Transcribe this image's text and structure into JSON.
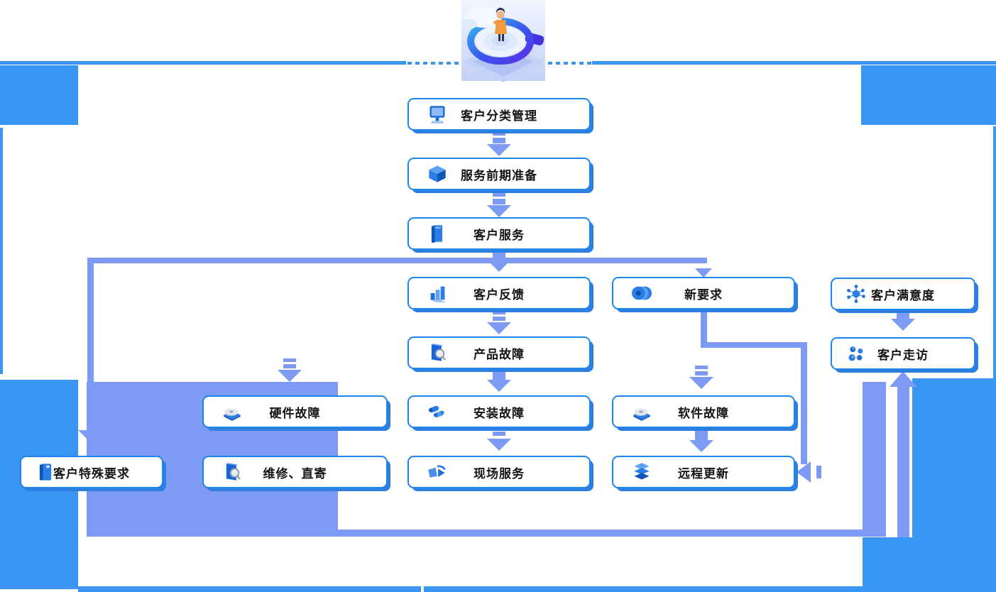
{
  "title": "customer-service-flowchart",
  "colors": {
    "primary_blue": "#3896F2",
    "connector_blue": "#7D9BF4",
    "box_border": "#1E85F0",
    "box_shadow": "#2D7EDE",
    "text": "#151515"
  },
  "illustration": {
    "name": "person-standing-on-magnifier"
  },
  "nodes": {
    "classify": {
      "label": "客户分类管理",
      "icon": "monitor-icon"
    },
    "prepare": {
      "label": "服务前期准备",
      "icon": "package-icon"
    },
    "service": {
      "label": "客户服务",
      "icon": "cabinet-icon"
    },
    "feedback": {
      "label": "客户反馈",
      "icon": "bar-chart-icon"
    },
    "new_request": {
      "label": "新要求",
      "icon": "coil-icon"
    },
    "satisfaction": {
      "label": "客户满意度",
      "icon": "molecule-icon"
    },
    "visit": {
      "label": "客户走访",
      "icon": "spheres-icon"
    },
    "product_fault": {
      "label": "产品故障",
      "icon": "doc-magnifier-icon"
    },
    "hardware_fault": {
      "label": "硬件故障",
      "icon": "disk-icon"
    },
    "install_fault": {
      "label": "安装故障",
      "icon": "rollers-icon"
    },
    "software_fault": {
      "label": "软件故障",
      "icon": "disk-icon"
    },
    "special_request": {
      "label": "客户特殊要求",
      "icon": "book-icon"
    },
    "repair_mail": {
      "label": "维修、直寄",
      "icon": "doc-magnifier-icon"
    },
    "onsite_service": {
      "label": "现场服务",
      "icon": "swap-arrows-icon"
    },
    "remote_update": {
      "label": "远程更新",
      "icon": "layers-icon"
    }
  }
}
